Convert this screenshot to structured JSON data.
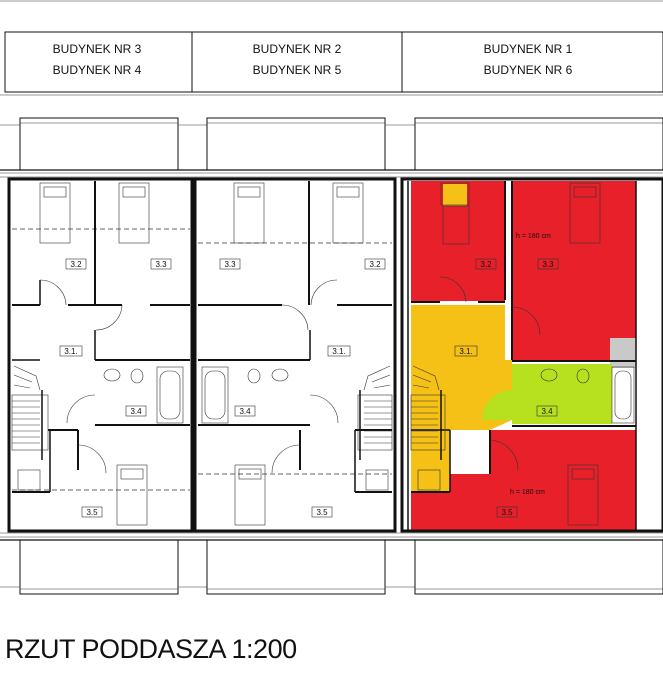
{
  "buildings": [
    {
      "line1": "BUDYNEK NR 3",
      "line2": "BUDYNEK NR 4"
    },
    {
      "line1": "BUDYNEK NR 2",
      "line2": "BUDYNEK NR 5"
    },
    {
      "line1": "BUDYNEK NR 1",
      "line2": "BUDYNEK NR 6"
    }
  ],
  "rooms": {
    "left": {
      "r32": "3.2",
      "r33": "3.3",
      "r31": "3.1.",
      "r34": "3.4",
      "r35": "3.5"
    },
    "middle": {
      "r33": "3.3",
      "r32": "3.2",
      "r31": "3.1.",
      "r34": "3.4",
      "r35": "3.5"
    },
    "right": {
      "r32": "3.2",
      "r33": "3.3",
      "r31": "3.1.",
      "r34": "3.4",
      "r35": "3.5"
    }
  },
  "height_notes": {
    "upper": "h = 180 cm",
    "lower": "h = 180 cm"
  },
  "plan_title": "RZUT PODDASZA  1:200",
  "colors": {
    "bedroom": "#e8202a",
    "hall": "#f6c116",
    "bathroom": "#b7e11f",
    "wall": "#1a1a1a",
    "shaft": "#c9c9c9"
  }
}
